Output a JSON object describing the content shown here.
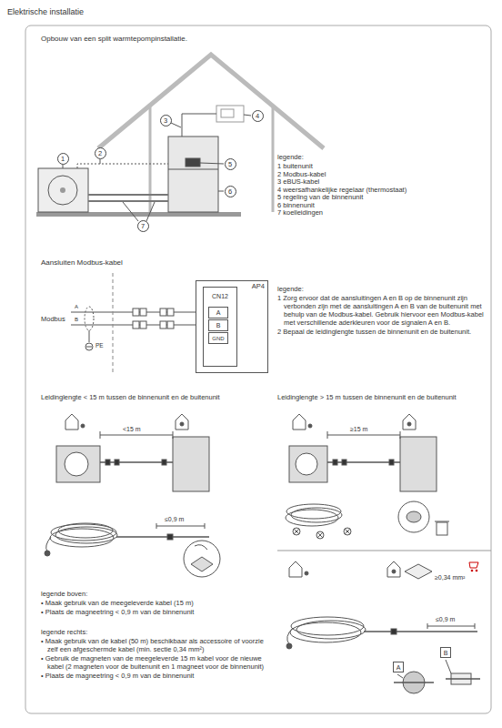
{
  "diagram": {
    "title": "Elektrische installatie",
    "nodes": [
      {
        "text": [
          "1"
        ]
      },
      {
        "text": [
          "2"
        ]
      },
      {
        "text": [
          "3"
        ]
      },
      {
        "text": [
          "4"
        ]
      },
      {
        "text": [
          "5"
        ]
      },
      {
        "text": [
          "6"
        ]
      },
      {
        "text": [
          "7"
        ]
      },
      {
        "text": [
          "AP4"
        ]
      },
      {
        "text": [
          "CN12"
        ],
        "in": 7
      },
      {
        "text": [
          "A"
        ],
        "in": 8
      },
      {
        "text": [
          "B"
        ],
        "in": 8
      },
      {
        "text": [
          "GND"
        ],
        "in": 8
      },
      {
        "text": [
          "A"
        ]
      },
      {
        "text": [
          "B"
        ]
      }
    ],
    "labels": [
      "Opbouw van een split warmtepompinstallatie.",
      "legende:",
      "1 buitenunit",
      "2 Modbus-kabel",
      "3 eBUS-kabel",
      "4 weersafhankelijke regelaar (thermostaat)",
      "5 regeling van de binnenunit",
      "6 binnenunit",
      "7 koelleidingen",
      "Aansluiten Modbus-kabel",
      "Modbus",
      "A",
      "B",
      "PE",
      "legende:",
      "1 Zorg ervoor dat de aansluitingen A en B op de binnenunit zijn verbonden zijn met de aansluitingen A en B van de buitenunit met behulp van de Modbus-kabel. Gebruik hiervoor een Modbus-kabel met verschillende aderkleuren voor de signalen A en B.",
      "2 Bepaal de leidinglengte tussen de binnenunit en de buitenunit.",
      "Leidinglengte < 15 m tussen de binnenunit en de buitenunit",
      "<15 m",
      "≤0,9 m",
      "Leidinglengte > 15 m tussen de binnenunit en de buitenunit",
      "≥15 m",
      "≥0,34 mm²",
      "≤0,9 m",
      "legende boven:",
      "• Maak gebruik van de meegeleverde kabel (15 m)",
      "• Plaats de magneetring < 0,9 m van de binnenunit",
      "legende rechts:",
      "• Maak gebruik van de kabel (50 m) beschikbaar als accessoire of voorzie zelf een afgeschermde kabel (min. sectie 0,34 mm²)",
      "• Gebruik de magneten van de meegeleverde 15 m kabel voor de nieuwe kabel (2 magneten voor de buitenunit en 1 magneet voor de binnenunit)",
      "• Plaats de magneetring < 0,9 m van de binnenunit"
    ]
  }
}
